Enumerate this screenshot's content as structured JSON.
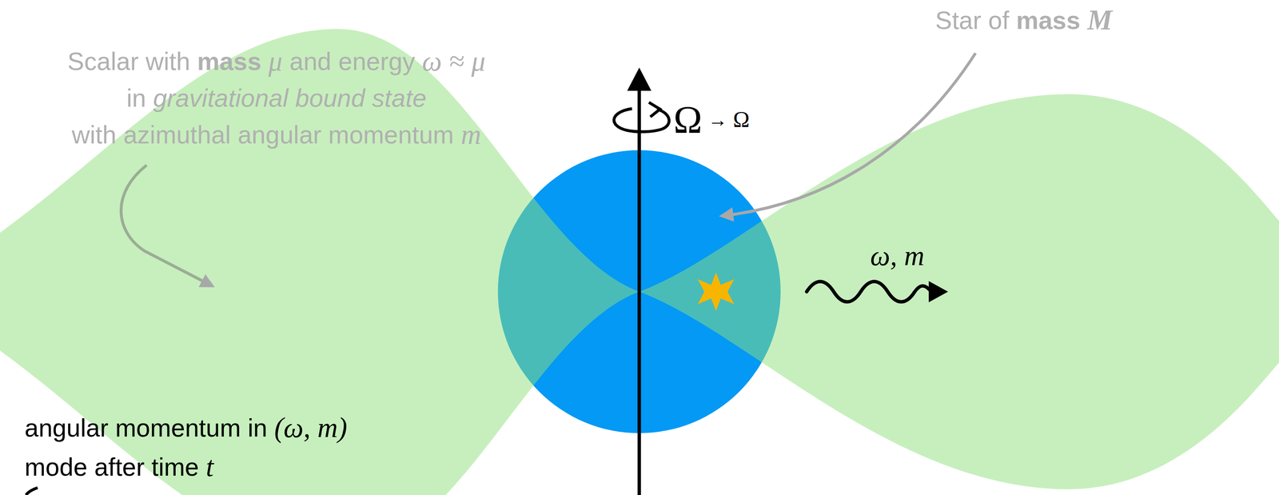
{
  "diagram": {
    "labels": [
      "Star of",
      "mass",
      "M",
      "Scalar with",
      "mass",
      "μ",
      "and energy",
      "ω ≈ μ",
      "in",
      "gravitational bound state",
      "with azimuthal angular momentum",
      "m",
      "Ω",
      "→",
      "Ω",
      "ω, m",
      "angular momentum in",
      "(ω, m)",
      "mode after time",
      "t"
    ]
  }
}
